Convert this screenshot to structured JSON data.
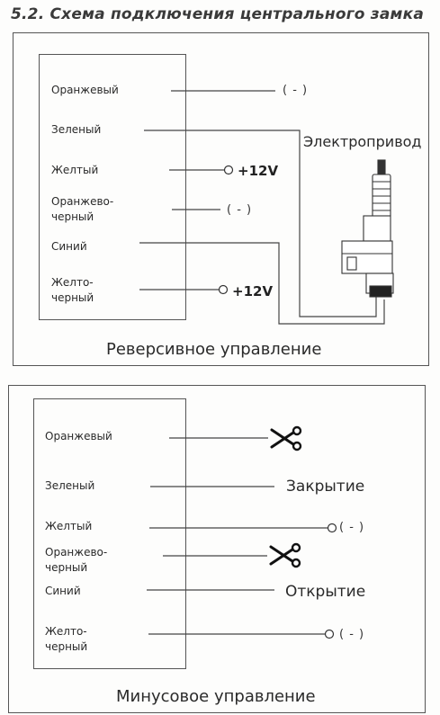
{
  "title": "5.2. Схема подключения центрального замка",
  "reverse": {
    "caption": "Реверсивное управление",
    "actuator_label": "Электропривод",
    "wires": [
      {
        "label": "Оранжевый",
        "end": "( - )"
      },
      {
        "label": "Зеленый",
        "end": ""
      },
      {
        "label": "Желтый",
        "end": "+12V"
      },
      {
        "label": "Оранжево-\nчерный",
        "end": "( - )"
      },
      {
        "label": "Синий",
        "end": ""
      },
      {
        "label": "Желто-\nчерный",
        "end": "+12V"
      }
    ]
  },
  "minus": {
    "caption": "Минусовое управление",
    "close_label": "Закрытие",
    "open_label": "Открытие",
    "wires": [
      {
        "label": "Оранжевый",
        "end": ""
      },
      {
        "label": "Зеленый",
        "end": ""
      },
      {
        "label": "Желтый",
        "end": "( - )"
      },
      {
        "label": "Оранжево-\nчерный",
        "end": ""
      },
      {
        "label": "Синий",
        "end": ""
      },
      {
        "label": "Желто-\nчерный",
        "end": "( - )"
      }
    ]
  },
  "icons": [
    "scissors-icon",
    "actuator-icon",
    "terminal-circle-icon"
  ]
}
